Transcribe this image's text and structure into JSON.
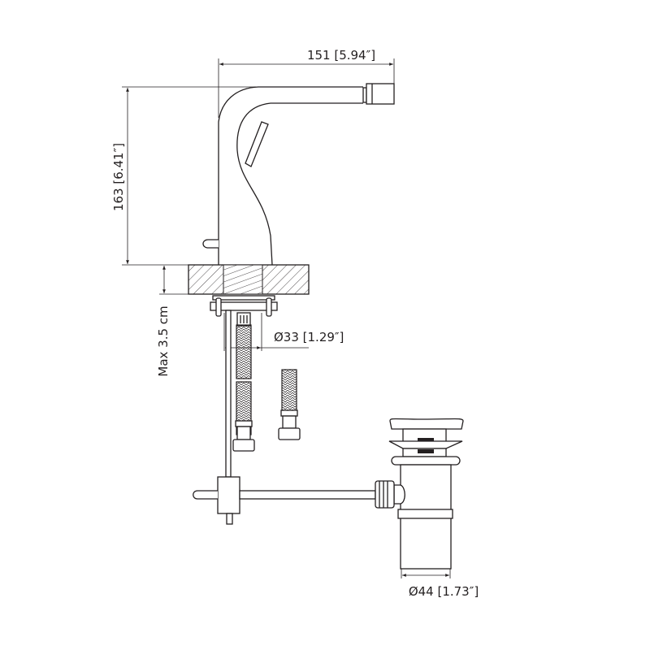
{
  "dimensions": {
    "spout_reach": "151 [5.94″]",
    "height": "163 [6.41″]",
    "max_counter_thickness": "Max 3.5 cm",
    "mount_diameter": "Ø33 [1.29″]",
    "drain_diameter": "Ø44 [1.73″]"
  },
  "colors": {
    "line": "#231f20",
    "background": "#ffffff"
  }
}
